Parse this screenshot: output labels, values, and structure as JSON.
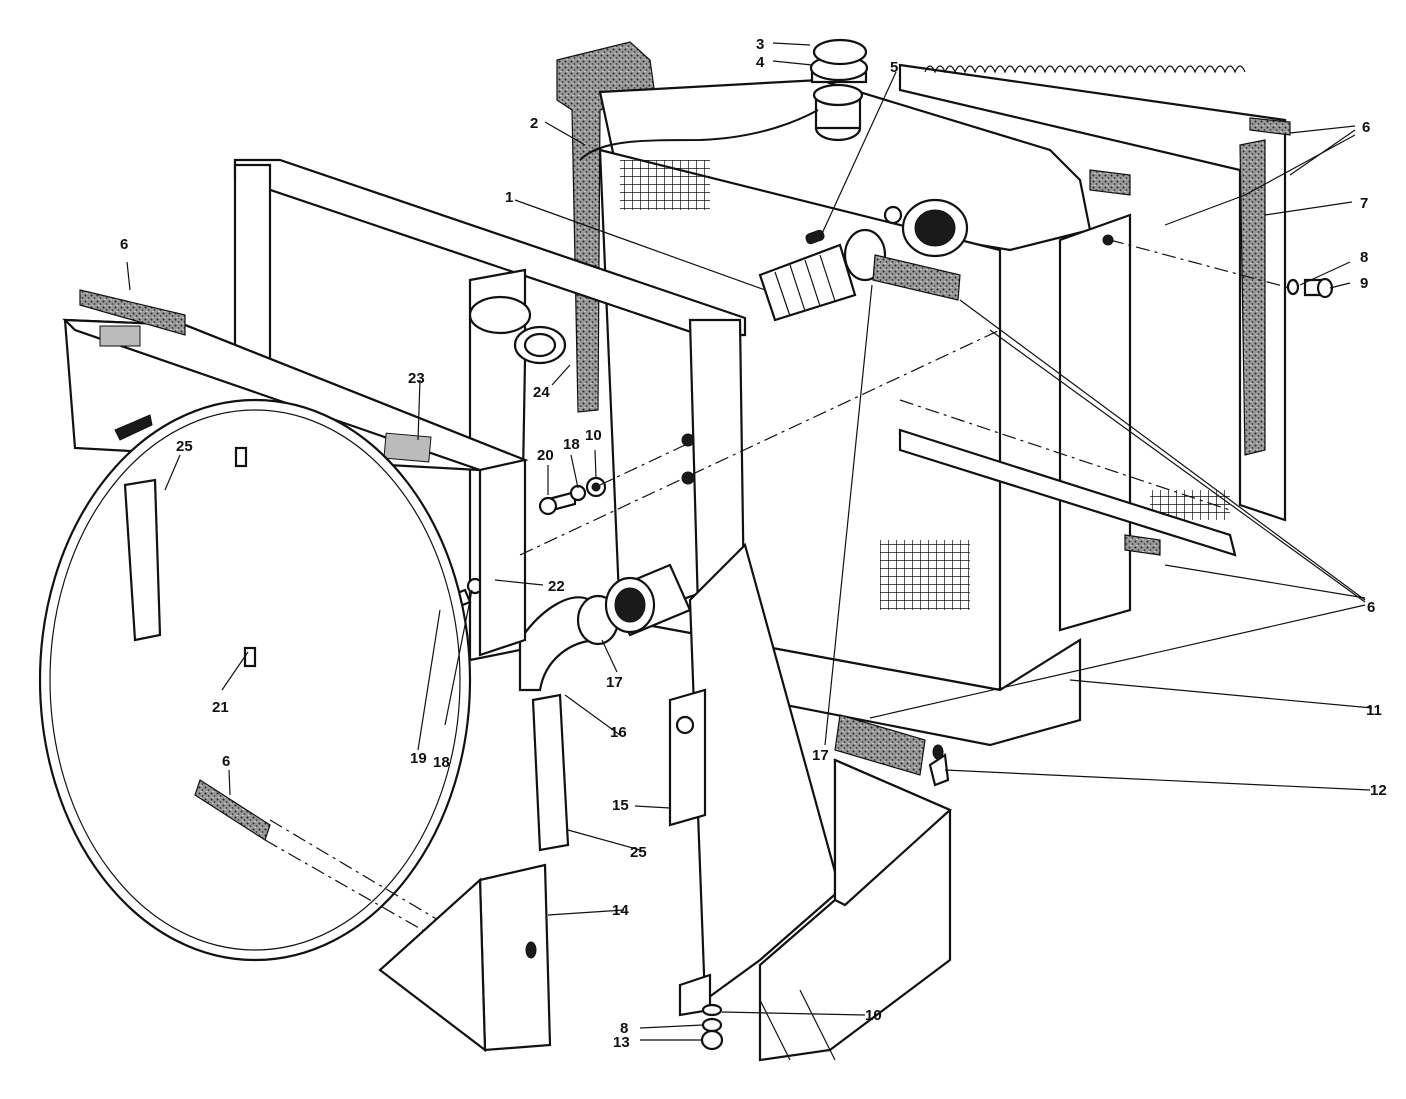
{
  "callouts": [
    {
      "id": "c3",
      "text": "3"
    },
    {
      "id": "c4",
      "text": "4"
    },
    {
      "id": "c5",
      "text": "5"
    },
    {
      "id": "c2",
      "text": "2"
    },
    {
      "id": "c6a",
      "text": "6"
    },
    {
      "id": "c7",
      "text": "7"
    },
    {
      "id": "c1",
      "text": "1"
    },
    {
      "id": "c8a",
      "text": "8"
    },
    {
      "id": "c9",
      "text": "9"
    },
    {
      "id": "c6b",
      "text": "6"
    },
    {
      "id": "c23",
      "text": "23"
    },
    {
      "id": "c24",
      "text": "24"
    },
    {
      "id": "c25a",
      "text": "25"
    },
    {
      "id": "c20",
      "text": "20"
    },
    {
      "id": "c18a",
      "text": "18"
    },
    {
      "id": "c10a",
      "text": "10"
    },
    {
      "id": "c22",
      "text": "22"
    },
    {
      "id": "c6c",
      "text": "6"
    },
    {
      "id": "c17a",
      "text": "17"
    },
    {
      "id": "c11",
      "text": "11"
    },
    {
      "id": "c21",
      "text": "21"
    },
    {
      "id": "c19",
      "text": "19"
    },
    {
      "id": "c18b",
      "text": "18"
    },
    {
      "id": "c16",
      "text": "16"
    },
    {
      "id": "c17b",
      "text": "17"
    },
    {
      "id": "c12",
      "text": "12"
    },
    {
      "id": "c6d",
      "text": "6"
    },
    {
      "id": "c15",
      "text": "15"
    },
    {
      "id": "c25b",
      "text": "25"
    },
    {
      "id": "c14",
      "text": "14"
    },
    {
      "id": "c10b",
      "text": "10"
    },
    {
      "id": "c8b",
      "text": "8"
    },
    {
      "id": "c13",
      "text": "13"
    }
  ]
}
